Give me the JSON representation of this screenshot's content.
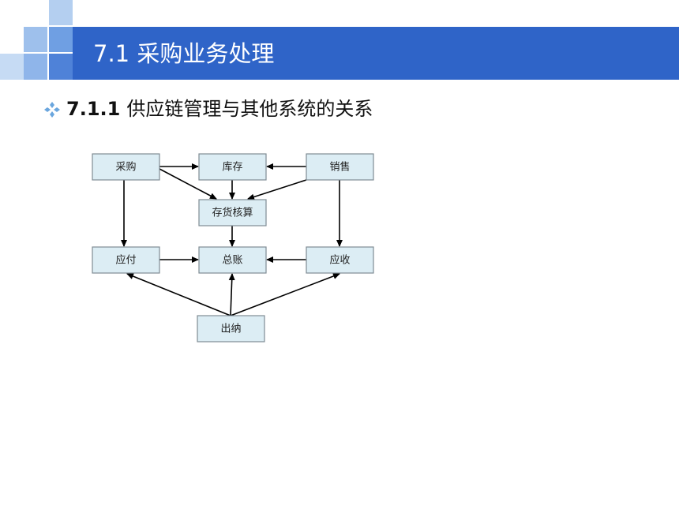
{
  "slide": {
    "title": "7.1 采购业务处理",
    "section_number": "7.1.1",
    "section_title": "供应链管理与其他系统的关系"
  },
  "colors": {
    "title_bar": "#2f64c8",
    "node_fill": "#dcedf4",
    "node_border": "#7f8c94",
    "bullet": "#6aa6de"
  },
  "diagram": {
    "nodes": {
      "caigou": "采购",
      "kucun": "库存",
      "xiaoshou": "销售",
      "cunhuo": "存货核算",
      "yingfu": "应付",
      "zongzhang": "总账",
      "yingshou": "应收",
      "chuna": "出纳"
    },
    "edges": [
      [
        "caigou",
        "kucun"
      ],
      [
        "xiaoshou",
        "kucun"
      ],
      [
        "caigou",
        "cunhuo"
      ],
      [
        "kucun",
        "cunhuo"
      ],
      [
        "xiaoshou",
        "cunhuo"
      ],
      [
        "caigou",
        "yingfu"
      ],
      [
        "xiaoshou",
        "yingshou"
      ],
      [
        "cunhuo",
        "zongzhang"
      ],
      [
        "yingfu",
        "zongzhang"
      ],
      [
        "yingshou",
        "zongzhang"
      ],
      [
        "chuna",
        "yingfu"
      ],
      [
        "chuna",
        "zongzhang"
      ],
      [
        "chuna",
        "yingshou"
      ]
    ]
  }
}
